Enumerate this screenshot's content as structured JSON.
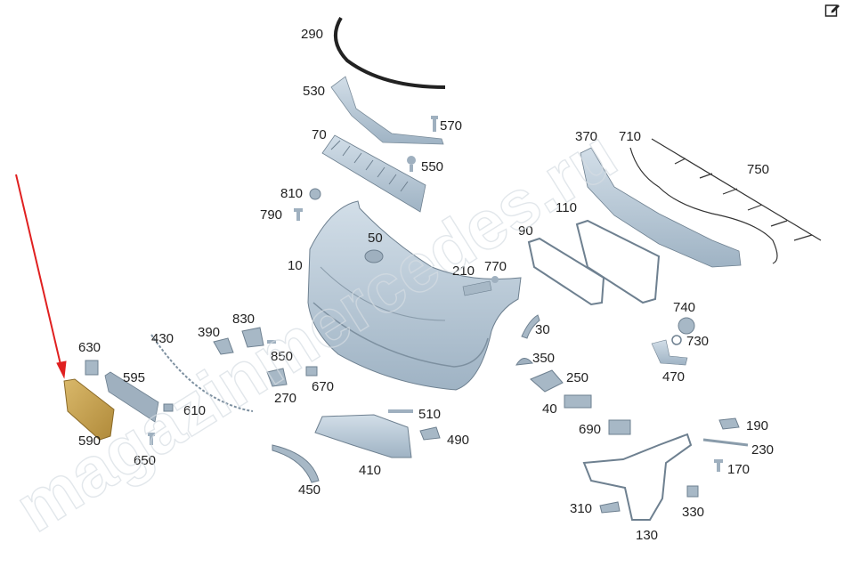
{
  "diagram": {
    "part_labels": [
      "290",
      "530",
      "570",
      "70",
      "550",
      "810",
      "790",
      "50",
      "10",
      "210",
      "770",
      "370",
      "710",
      "750",
      "110",
      "90",
      "740",
      "730",
      "470",
      "630",
      "595",
      "610",
      "430",
      "390",
      "830",
      "850",
      "270",
      "670",
      "30",
      "350",
      "250",
      "40",
      "590",
      "650",
      "510",
      "490",
      "410",
      "450",
      "690",
      "190",
      "230",
      "170",
      "310",
      "330",
      "130"
    ],
    "watermark_text": "magazinmercedes.ru",
    "highlight_color": "#c8a050",
    "arrow_color": "#e02020",
    "part_color": "#b8ccda",
    "icon": "edit-icon"
  }
}
